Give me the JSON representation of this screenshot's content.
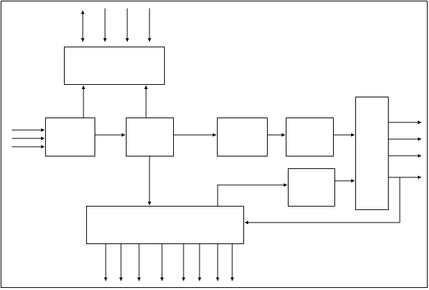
{
  "diagram": {
    "colors": {
      "stroke": "#000000",
      "background": "#ffffff"
    },
    "boxes": [
      {
        "id": "top-block"
      },
      {
        "id": "input-block"
      },
      {
        "id": "central-block"
      },
      {
        "id": "stage-block-1"
      },
      {
        "id": "stage-block-2"
      },
      {
        "id": "feedback-block"
      },
      {
        "id": "output-block"
      },
      {
        "id": "bottom-block"
      }
    ]
  }
}
